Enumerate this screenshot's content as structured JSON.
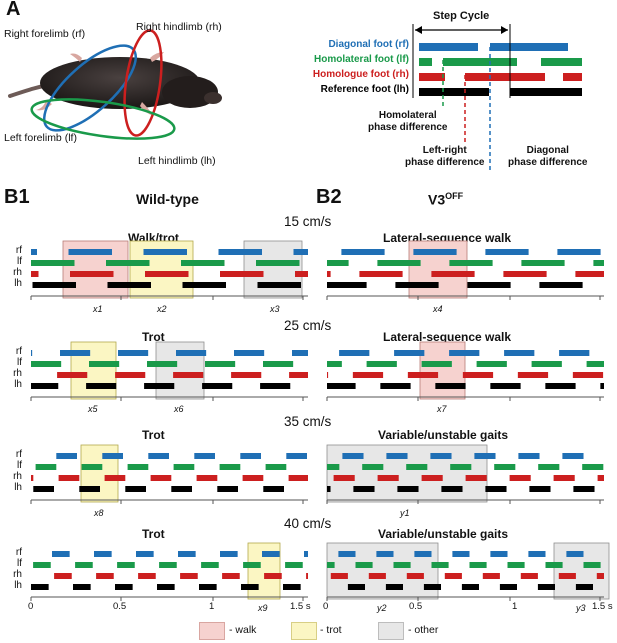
{
  "panel_a": {
    "label": "A",
    "mouse_labels": {
      "rf": "Right forelimb (rf)",
      "rh": "Right hindlimb (rh)",
      "lf": "Left forelimb (lf)",
      "lh": "Left hindlimb (lh)"
    },
    "step_cycle_title": "Step Cycle",
    "feet": [
      {
        "label": "Diagonal foot (rf)",
        "color": "#1f6fb5"
      },
      {
        "label": "Homolateral foot (lf)",
        "color": "#1a9a4a"
      },
      {
        "label": "Homologue foot (rh)",
        "color": "#cc1f1f"
      },
      {
        "label": "Reference foot (lh)",
        "color": "#000000"
      }
    ],
    "annotations": {
      "homolateral": "Homolateral\nphase difference",
      "left_right": "Left-right\nphase difference",
      "diagonal": "Diagonal\nphase difference"
    }
  },
  "panel_b1": {
    "label": "B1",
    "title": "Wild-type"
  },
  "panel_b2": {
    "label": "B2",
    "title": "V3",
    "title_sup": "OFF"
  },
  "limb_rows": [
    "rf",
    "lf",
    "rh",
    "lh"
  ],
  "speeds": [
    "15 cm/s",
    "25 cm/s",
    "35 cm/s",
    "40 cm/s"
  ],
  "gaits_wt": [
    "Walk/trot",
    "Trot",
    "Trot",
    "Trot"
  ],
  "gaits_v3": [
    "Lateral-sequence walk",
    "Lateral-sequence walk",
    "Variable/unstable gaits",
    "Variable/unstable gaits"
  ],
  "window_labels": {
    "x1": "x1",
    "x2": "x2",
    "x3": "x3",
    "x4": "x4",
    "x5": "x5",
    "x6": "x6",
    "x7": "x7",
    "x8": "x8",
    "x9": "x9",
    "y1": "y1",
    "y2": "y2",
    "y3": "y3"
  },
  "axis": {
    "ticks": [
      "0",
      "0.5",
      "1",
      "1.5 s"
    ],
    "tick_values": [
      0,
      0.5,
      1,
      1.5
    ]
  },
  "legend": [
    {
      "label": "- walk",
      "color": "#f6d2cf"
    },
    {
      "label": "- trot",
      "color": "#fbf6c3"
    },
    {
      "label": "- other",
      "color": "#e7e7e7"
    }
  ]
}
